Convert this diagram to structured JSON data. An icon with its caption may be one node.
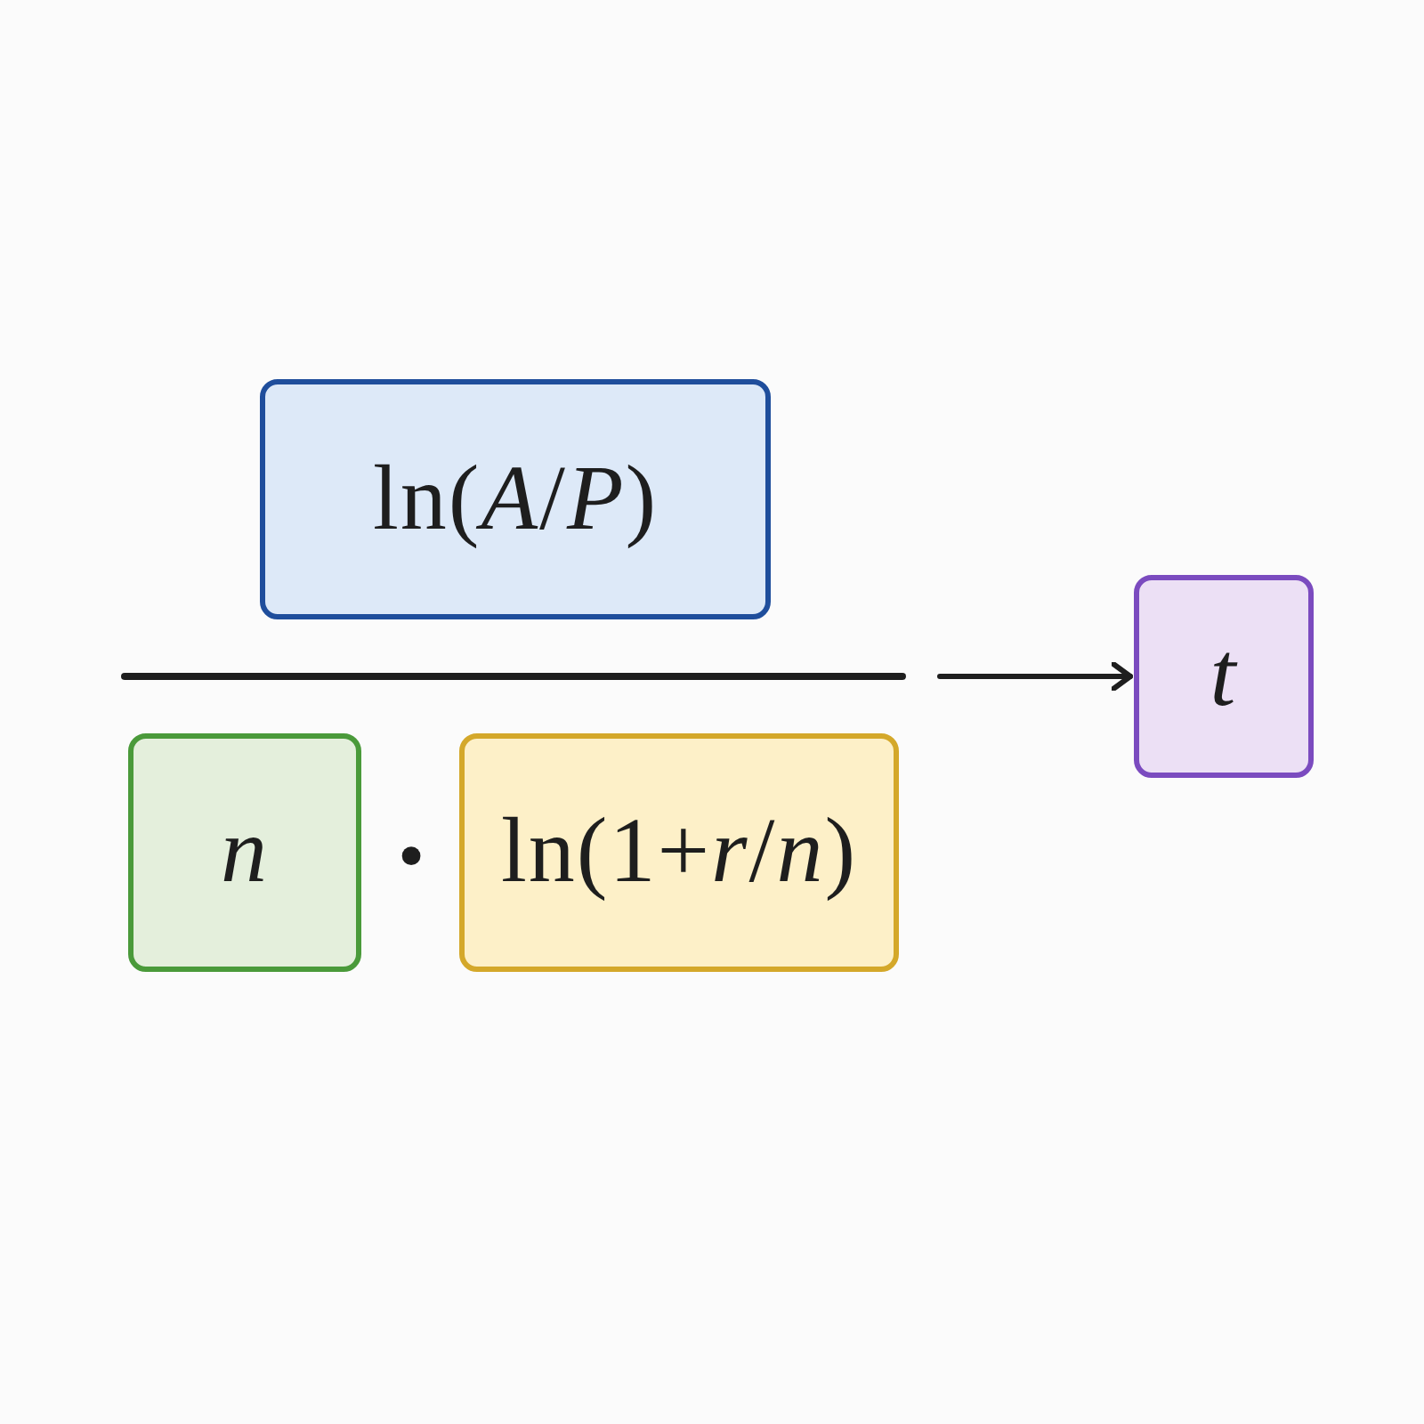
{
  "diagram": {
    "nodes": [
      {
        "text": [
          "ln(*A*/*P*)"
        ]
      },
      {
        "text": [
          "n"
        ]
      },
      {
        "text": [
          "ln(1+*r*/*n*)"
        ]
      },
      {
        "text": [
          "t"
        ]
      }
    ],
    "edges": [
      {
        "from": null,
        "to": 3,
        "arrow": "to"
      }
    ],
    "labels": [
      "·"
    ]
  }
}
